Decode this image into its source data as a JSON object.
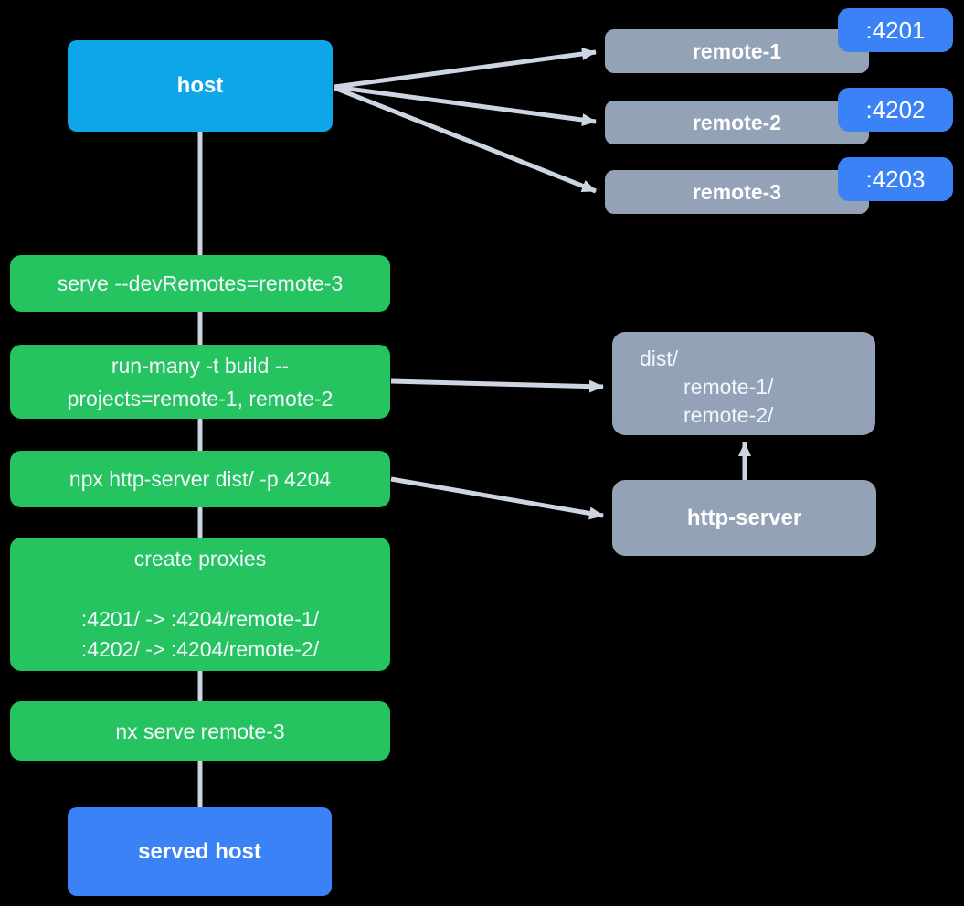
{
  "colors": {
    "background": "#000000",
    "host": "#0ea5e9",
    "primary": "#3b82f6",
    "step": "#26c361",
    "node": "#93a2b7",
    "connector": "#ccd5e1"
  },
  "nodes": {
    "host": {
      "label": "host"
    },
    "served_host": {
      "label": "served host"
    },
    "remotes": [
      {
        "label": "remote-1",
        "port": ":4201"
      },
      {
        "label": "remote-2",
        "port": ":4202"
      },
      {
        "label": "remote-3",
        "port": ":4203"
      }
    ],
    "dist": {
      "title": "dist/",
      "entries": [
        "remote-1/",
        "remote-2/"
      ]
    },
    "http_server": {
      "label": "http-server"
    }
  },
  "steps": [
    {
      "id": "serve",
      "lines": [
        "serve --devRemotes=remote-3"
      ]
    },
    {
      "id": "build",
      "lines": [
        "run-many -t build --",
        "projects=remote-1, remote-2"
      ]
    },
    {
      "id": "http-server",
      "lines": [
        "npx http-server dist/ -p 4204"
      ]
    },
    {
      "id": "create-proxies",
      "lines": [
        "create proxies",
        ":4201/ -> :4204/remote-1/",
        ":4202/ -> :4204/remote-2/"
      ]
    },
    {
      "id": "serve-remote-3",
      "lines": [
        "nx serve remote-3"
      ]
    }
  ],
  "edges": [
    {
      "from": "host",
      "to": "remote-1"
    },
    {
      "from": "host",
      "to": "remote-2"
    },
    {
      "from": "host",
      "to": "remote-3"
    },
    {
      "from": "host",
      "to": "served host"
    },
    {
      "from": "run-many -t build",
      "to": "dist/"
    },
    {
      "from": "npx http-server dist/",
      "to": "http-server"
    },
    {
      "from": "http-server",
      "to": "dist/"
    }
  ]
}
